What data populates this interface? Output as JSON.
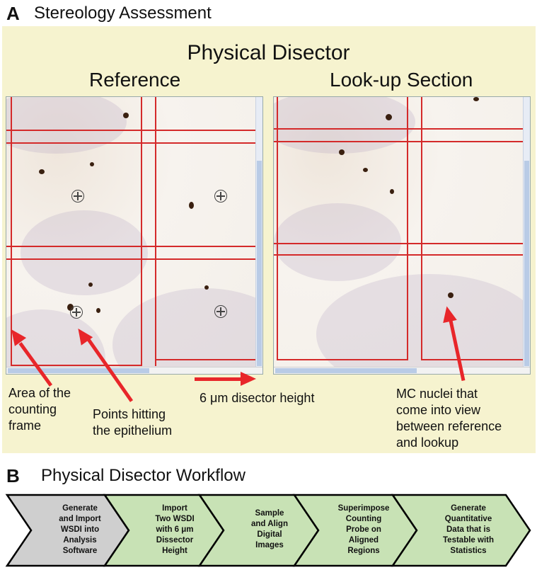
{
  "panel_a": {
    "letter": "A",
    "title": "Stereology Assessment",
    "main_title": "Physical Disector",
    "left_title": "Reference",
    "right_title": "Look-up Section",
    "labels": {
      "area_counting_frame": [
        "Area of the",
        "counting",
        "frame"
      ],
      "points_hitting": [
        "Points hitting",
        "the epithelium"
      ],
      "disector_height": "6 μm disector height",
      "mc_nuclei": [
        "MC nuclei that",
        "come into view",
        "between reference",
        "and lookup"
      ]
    },
    "colors": {
      "panel_bg": "#f6f3cf",
      "arrow": "#e8262a",
      "frame_line": "#d42a2a"
    }
  },
  "panel_b": {
    "letter": "B",
    "title": "Physical Disector Workflow",
    "steps": [
      {
        "lines": [
          "Generate",
          "and Import",
          "WSDI into",
          "Analysis",
          "Software"
        ],
        "color": "#cfcfcf"
      },
      {
        "lines": [
          "Import",
          "Two WSDI",
          "with 6 μm",
          "Dissector",
          "Height"
        ],
        "color": "#c8e2b5"
      },
      {
        "lines": [
          "Sample",
          "and Align",
          "Digital",
          "Images"
        ],
        "color": "#c8e2b5"
      },
      {
        "lines": [
          "Superimpose",
          "Counting",
          "Probe on",
          "Aligned",
          "Regions"
        ],
        "color": "#c8e2b5"
      },
      {
        "lines": [
          "Generate",
          "Quantitative",
          "Data that is",
          "Testable with",
          "Statistics"
        ],
        "color": "#c8e2b5"
      }
    ]
  }
}
